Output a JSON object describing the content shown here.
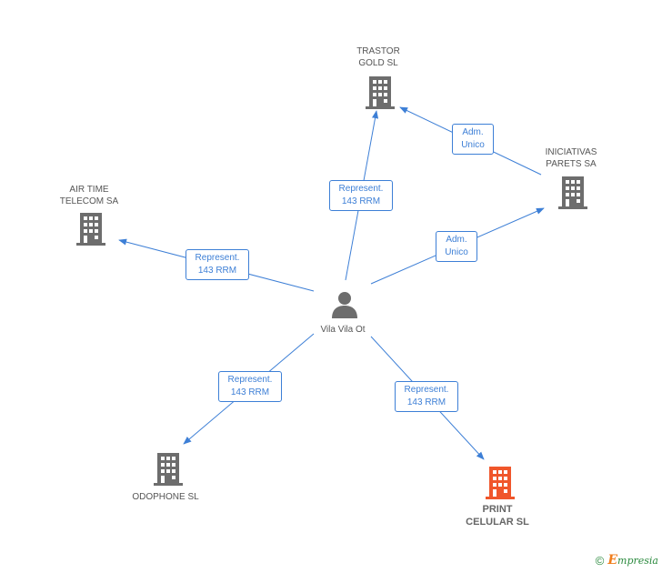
{
  "center": {
    "name": "Vila Vila Ot",
    "icon": "person-icon"
  },
  "companies": {
    "trastor": {
      "lines": [
        "TRASTOR",
        "GOLD SL"
      ],
      "icon": "building-icon"
    },
    "iniciativas": {
      "lines": [
        "INICIATIVAS",
        "PARETS SA"
      ],
      "icon": "building-icon"
    },
    "airtime": {
      "lines": [
        "AIR TIME",
        "TELECOM SA"
      ],
      "icon": "building-icon"
    },
    "odophone": {
      "lines": [
        "ODOPHONE SL"
      ],
      "icon": "building-icon"
    },
    "print": {
      "lines": [
        "PRINT",
        "CELULAR SL"
      ],
      "icon": "building-icon",
      "highlighted": true
    }
  },
  "edges": {
    "center_trastor": {
      "line1": "Represent.",
      "line2": "143 RRM"
    },
    "center_iniciativas": {
      "line1": "Adm.",
      "line2": "Unico"
    },
    "iniciativas_trastor": {
      "line1": "Adm.",
      "line2": "Unico"
    },
    "center_airtime": {
      "line1": "Represent.",
      "line2": "143 RRM"
    },
    "center_odophone": {
      "line1": "Represent.",
      "line2": "143 RRM"
    },
    "center_print": {
      "line1": "Represent.",
      "line2": "143 RRM"
    }
  },
  "colors": {
    "edge": "#3d7fd6",
    "building": "#6d6d6d",
    "building_highlight": "#f0562b",
    "person": "#6d6d6d"
  },
  "footer": {
    "copyright": "©",
    "brand_initial": "E",
    "brand_rest": "mpresia"
  }
}
